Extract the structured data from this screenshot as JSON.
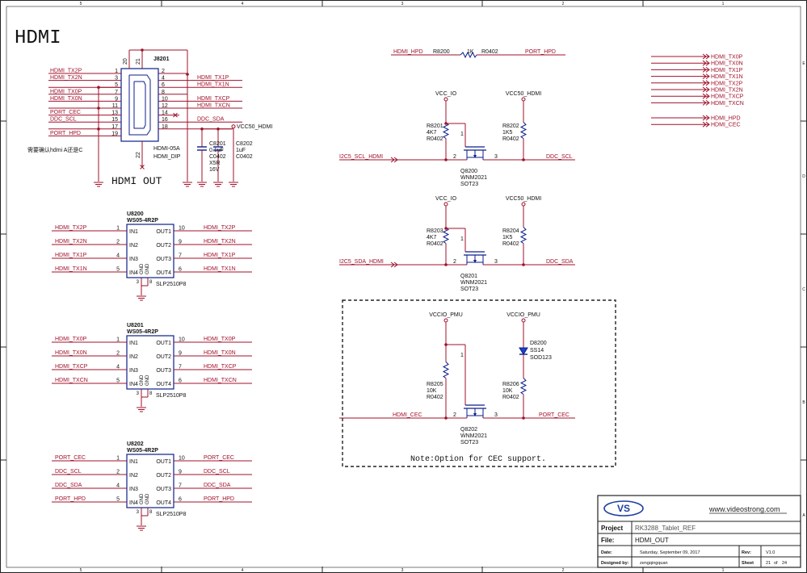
{
  "colors": {
    "wire": "#a0102a",
    "part": "#0c1e8c",
    "label": "#a0102a",
    "text": "#111111",
    "junction": "#a0102a",
    "diode_fill": "#1c44c8",
    "frame": "#222222"
  },
  "page": {
    "title": "HDMI",
    "top_zones": [
      "5",
      "4",
      "3",
      "2",
      "1"
    ],
    "side_zones": [
      "E",
      "D",
      "C",
      "B",
      "A"
    ],
    "hdmi_out_label": "HDMI OUT",
    "chinese_note": "需要确认hdmi A还是C",
    "cec_note": "Note:Option for CEC support."
  },
  "connector": {
    "ref": "J8201",
    "value1": "HDMI-05A",
    "value2": "HDMI_DIP",
    "top_pins": [
      "20",
      "21"
    ],
    "bottom_pin": "22",
    "left_pins": [
      {
        "num": "1",
        "net": "HDMI_TX2P"
      },
      {
        "num": "3",
        "net": "HDMI_TX2N"
      },
      {
        "num": "5",
        "net": ""
      },
      {
        "num": "7",
        "net": "HDMI_TX0P"
      },
      {
        "num": "9",
        "net": "HDMI_TX0N"
      },
      {
        "num": "11",
        "net": ""
      },
      {
        "num": "13",
        "net": "PORT_CEC"
      },
      {
        "num": "15",
        "net": "DDC_SCL"
      },
      {
        "num": "17",
        "net": ""
      },
      {
        "num": "19",
        "net": "PORT_HPD"
      }
    ],
    "right_pins": [
      {
        "num": "2",
        "net": ""
      },
      {
        "num": "4",
        "net": "HDMI_TX1P"
      },
      {
        "num": "6",
        "net": "HDMI_TX1N"
      },
      {
        "num": "8",
        "net": ""
      },
      {
        "num": "10",
        "net": "HDMI_TXCP"
      },
      {
        "num": "12",
        "net": "HDMI_TXCN"
      },
      {
        "num": "14",
        "net": ""
      },
      {
        "num": "16",
        "net": "DDC_SDA"
      },
      {
        "num": "18",
        "net": "VCC50_HDMI"
      }
    ]
  },
  "caps": [
    {
      "ref": "C8201",
      "value": "0.1uF",
      "pkg": "C0402",
      "extra1": "X5R",
      "extra2": "16V"
    },
    {
      "ref": "C8202",
      "value": "1uF",
      "pkg": "C0402",
      "extra1": "",
      "extra2": ""
    }
  ],
  "esd": [
    {
      "ref": "U8200",
      "part": "WS05-4R2P",
      "pkg": "SLP2510P8",
      "left": [
        {
          "pin": "1",
          "name": "IN1",
          "net": "HDMI_TX2P"
        },
        {
          "pin": "2",
          "name": "IN2",
          "net": "HDMI_TX2N"
        },
        {
          "pin": "4",
          "name": "IN3",
          "net": "HDMI_TX1P"
        },
        {
          "pin": "5",
          "name": "IN4",
          "net": "HDMI_TX1N"
        }
      ],
      "right": [
        {
          "pin": "10",
          "name": "OUT1",
          "net": "HDMI_TX2P"
        },
        {
          "pin": "9",
          "name": "OUT2",
          "net": "HDMI_TX2N"
        },
        {
          "pin": "7",
          "name": "OUT3",
          "net": "HDMI_TX1P"
        },
        {
          "pin": "6",
          "name": "OUT4",
          "net": "HDMI_TX1N"
        }
      ],
      "gnd_pins": [
        "3",
        "8"
      ]
    },
    {
      "ref": "U8201",
      "part": "WS05-4R2P",
      "pkg": "SLP2510P8",
      "left": [
        {
          "pin": "1",
          "name": "IN1",
          "net": "HDMI_TX0P"
        },
        {
          "pin": "2",
          "name": "IN2",
          "net": "HDMI_TX0N"
        },
        {
          "pin": "4",
          "name": "IN3",
          "net": "HDMI_TXCP"
        },
        {
          "pin": "5",
          "name": "IN4",
          "net": "HDMI_TXCN"
        }
      ],
      "right": [
        {
          "pin": "10",
          "name": "OUT1",
          "net": "HDMI_TX0P"
        },
        {
          "pin": "9",
          "name": "OUT2",
          "net": "HDMI_TX0N"
        },
        {
          "pin": "7",
          "name": "OUT3",
          "net": "HDMI_TXCP"
        },
        {
          "pin": "6",
          "name": "OUT4",
          "net": "HDMI_TXCN"
        }
      ],
      "gnd_pins": [
        "3",
        "8"
      ]
    },
    {
      "ref": "U8202",
      "part": "WS05-4R2P",
      "pkg": "SLP2510P8",
      "left": [
        {
          "pin": "1",
          "name": "IN1",
          "net": "PORT_CEC"
        },
        {
          "pin": "2",
          "name": "IN2",
          "net": "DDC_SCL"
        },
        {
          "pin": "4",
          "name": "IN3",
          "net": "DDC_SDA"
        },
        {
          "pin": "5",
          "name": "IN4",
          "net": "PORT_HPD"
        }
      ],
      "right": [
        {
          "pin": "10",
          "name": "OUT1",
          "net": "PORT_CEC"
        },
        {
          "pin": "9",
          "name": "OUT2",
          "net": "DDC_SCL"
        },
        {
          "pin": "7",
          "name": "OUT3",
          "net": "DDC_SDA"
        },
        {
          "pin": "6",
          "name": "OUT4",
          "net": "PORT_HPD"
        }
      ],
      "gnd_pins": [
        "3",
        "8"
      ]
    }
  ],
  "esd_gnd_label": "GND",
  "hpd_resistor": {
    "ref": "R8200",
    "value": "1K",
    "pkg": "R0402",
    "net_in": "HDMI_HPD",
    "net_out": "PORT_HPD"
  },
  "shifters": [
    {
      "vio": "VCC_IO",
      "vout": "VCC50_HDMI",
      "r_left": {
        "ref": "R8201",
        "value": "4K7",
        "pkg": "R0402"
      },
      "r_right": {
        "ref": "R8202",
        "value": "1K5",
        "pkg": "R0402"
      },
      "fet": {
        "ref": "Q8200",
        "part": "WNM2021",
        "pkg": "SOT23"
      },
      "net_in": "I2C5_SCL_HDMI",
      "net_out": "DDC_SCL",
      "pins": [
        "1",
        "2",
        "3"
      ]
    },
    {
      "vio": "VCC_IO",
      "vout": "VCC50_HDMI",
      "r_left": {
        "ref": "R8203",
        "value": "4K7",
        "pkg": "R0402"
      },
      "r_right": {
        "ref": "R8204",
        "value": "1K5",
        "pkg": "R0402"
      },
      "fet": {
        "ref": "Q8201",
        "part": "WNM2021",
        "pkg": "SOT23"
      },
      "net_in": "I2C5_SDA_HDMI",
      "net_out": "DDC_SDA",
      "pins": [
        "1",
        "2",
        "3"
      ]
    },
    {
      "vio": "VCCIO_PMU",
      "vout": "VCCIO_PMU",
      "r_left": {
        "ref": "R8205",
        "value": "10K",
        "pkg": "R0402"
      },
      "r_right": {
        "ref": "R8206",
        "value": "10K",
        "pkg": "R0402"
      },
      "fet": {
        "ref": "Q8202",
        "part": "WNM2021",
        "pkg": "SOT23"
      },
      "net_in": "HDMI_CEC",
      "net_out": "PORT_CEC",
      "pins": [
        "1",
        "2",
        "3"
      ]
    }
  ],
  "diode": {
    "ref": "D8200",
    "part": "SS14",
    "pkg": "SOD123"
  },
  "port_list": [
    "HDMI_TX0P",
    "HDMI_TX0N",
    "HDMI_TX1P",
    "HDMI_TX1N",
    "HDMI_TX2P",
    "HDMI_TX2N",
    "HDMI_TXCP",
    "HDMI_TXCN",
    "HDMI_HPD",
    "HDMI_CEC"
  ],
  "title_block": {
    "logo": "VS",
    "website": "www.videostrong.com",
    "project_label": "Project",
    "project": "RK3288_Tablet_REF",
    "file_label": "File:",
    "file": "HDMI_OUT",
    "date_label": "Date:",
    "date": "Saturday, September 09, 2017",
    "rev_label": "Rev:",
    "rev": "V1.0",
    "designer_label": "Designed by:",
    "designer": "zengqingquan",
    "sheet_label": "Sheet",
    "sheet": "21",
    "of_label": "of",
    "total": "24"
  }
}
